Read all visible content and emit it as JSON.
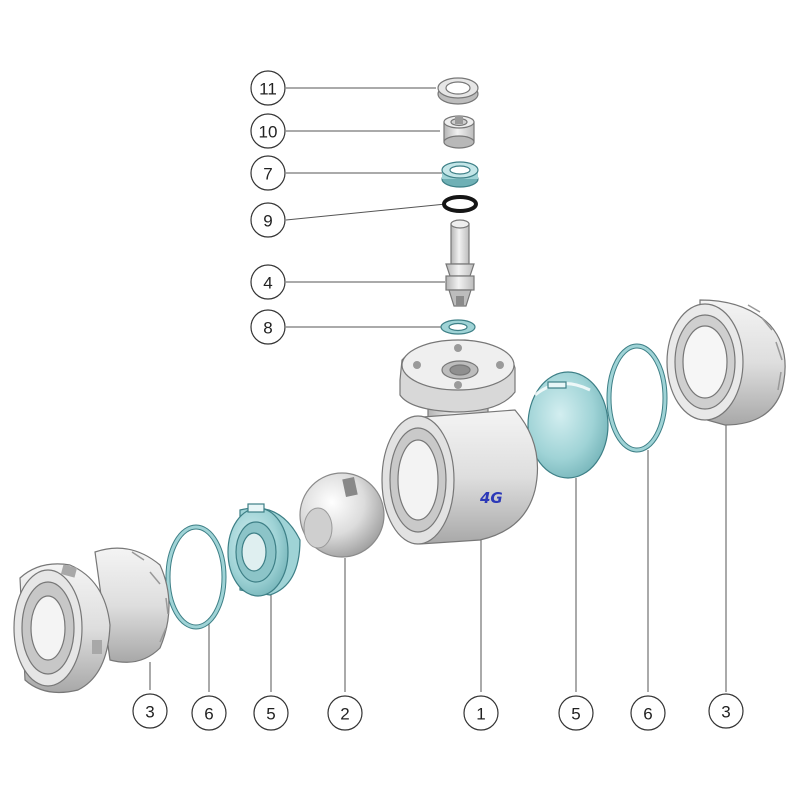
{
  "diagram": {
    "brand_mark": "4G",
    "callouts": [
      {
        "id": "c11",
        "label": "11"
      },
      {
        "id": "c10",
        "label": "10"
      },
      {
        "id": "c7",
        "label": "7"
      },
      {
        "id": "c9",
        "label": "9"
      },
      {
        "id": "c4",
        "label": "4"
      },
      {
        "id": "c8",
        "label": "8"
      },
      {
        "id": "c3l",
        "label": "3"
      },
      {
        "id": "c6l",
        "label": "6"
      },
      {
        "id": "c5l",
        "label": "5"
      },
      {
        "id": "c2",
        "label": "2"
      },
      {
        "id": "c1",
        "label": "1"
      },
      {
        "id": "c5r",
        "label": "5"
      },
      {
        "id": "c6r",
        "label": "6"
      },
      {
        "id": "c3r",
        "label": "3"
      }
    ]
  },
  "colors": {
    "metal_light": "#e4e4e4",
    "metal_mid": "#c8c8c8",
    "metal_dark": "#9a9a9a",
    "seal_teal": "#9fd3d6",
    "seal_teal_dark": "#6fb0b5",
    "oring_black": "#151515",
    "brand_blue": "#2c39b8"
  }
}
